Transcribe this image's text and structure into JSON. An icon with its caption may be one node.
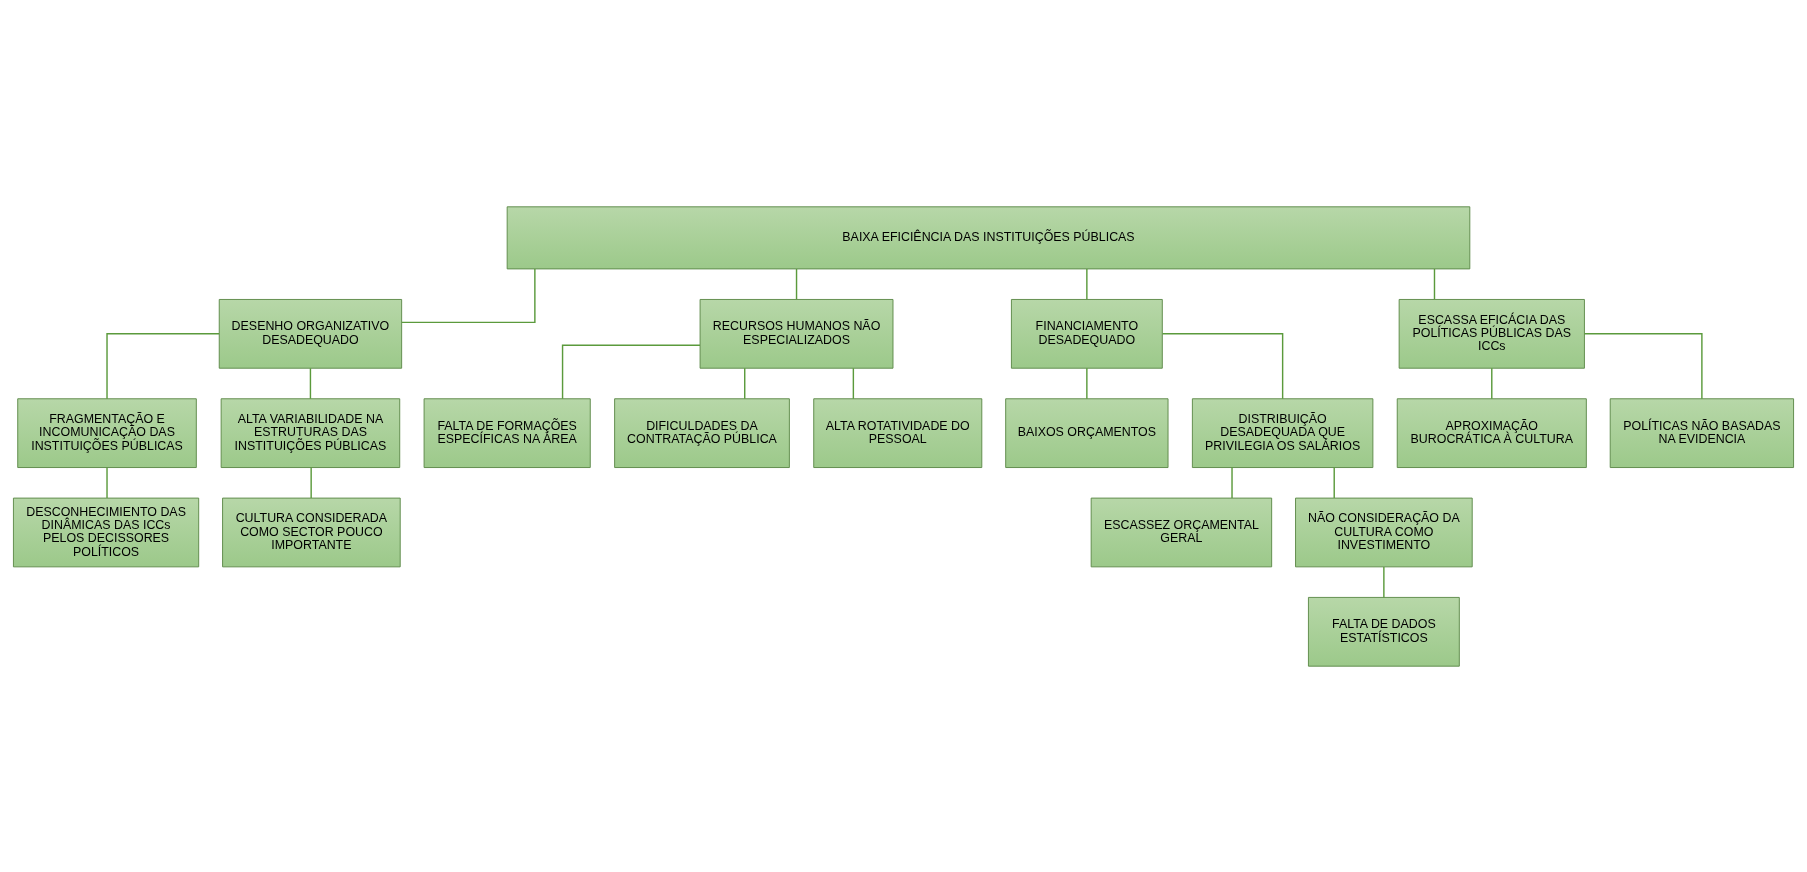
{
  "diagram": {
    "nodes": [
      {
        "text": [
          "BAIXA EFICIÊNCIA DAS INSTITUIÇÕES PÚBLICAS"
        ]
      },
      {
        "text": [
          "DESENHO ORGANIZATIVO DESADEQUADO"
        ]
      },
      {
        "text": [
          "RECURSOS HUMANOS NÃO ESPECIALIZADOS"
        ]
      },
      {
        "text": [
          "FINANCIAMENTO DESADEQUADO"
        ]
      },
      {
        "text": [
          "ESCASSA EFICÁCIA DAS POLÍTICAS PÚBLICAS DAS ICCs"
        ]
      },
      {
        "text": [
          "FRAGMENTAÇÃO E INCOMUNICAÇÃO DAS INSTITUIÇÕES PÚBLICAS"
        ]
      },
      {
        "text": [
          "ALTA VARIABILIDADE NA ESTRUTURAS DAS INSTITUIÇÕES PÚBLICAS"
        ]
      },
      {
        "text": [
          "FALTA DE FORMAÇÕES ESPECÍFICAS NA ÁREA"
        ]
      },
      {
        "text": [
          "BAIXOS ORÇAMENTOS"
        ]
      },
      {
        "text": [
          "DISTRIBUIÇÃO DESADEQUADA QUE PRIVILEGIA OS SALÁRIOS"
        ]
      },
      {
        "text": [
          "APROXIMAÇÃO BUROCRÁTICA À CULTURA"
        ]
      },
      {
        "text": [
          "DIFICULDADES DA CONTRATAÇÃO PÚBLICA"
        ]
      },
      {
        "text": [
          "ESCASSEZ ORÇAMENTAL GERAL"
        ]
      },
      {
        "text": [
          "NÃO CONSIDERAÇÃO DA CULTURA COMO INVESTIMENTO"
        ]
      },
      {
        "text": [
          "POLÍTICAS NÃO BASADAS NA EVIDENCIA"
        ]
      },
      {
        "text": [
          "CULTURA CONSIDERADA COMO SECTOR POUCO IMPORTANTE"
        ]
      },
      {
        "text": [
          "ALTA ROTATIVIDADE DO PESSOAL"
        ]
      },
      {
        "text": [
          "DESCONHECIMIENTO DAS DINÂMICAS DAS ICCs PELOS DECISSORES POLÍTICOS"
        ]
      },
      {
        "text": [
          "FALTA DE DADOS ESTATÍSTICOS"
        ]
      }
    ],
    "edges": [
      {
        "from": 0,
        "to": 1,
        "arrow": "none"
      },
      {
        "from": 0,
        "to": 2,
        "arrow": "none"
      },
      {
        "from": 0,
        "to": 3,
        "arrow": "none"
      },
      {
        "from": 0,
        "to": 4,
        "arrow": "none"
      },
      {
        "from": 1,
        "to": 5,
        "arrow": "none"
      },
      {
        "from": 1,
        "to": 6,
        "arrow": "none"
      },
      {
        "from": 5,
        "to": 17,
        "arrow": "none"
      },
      {
        "from": 6,
        "to": 15,
        "arrow": "none"
      },
      {
        "from": 2,
        "to": 7,
        "arrow": "none"
      },
      {
        "from": 2,
        "to": 11,
        "arrow": "none"
      },
      {
        "from": 2,
        "to": 16,
        "arrow": "none"
      },
      {
        "from": 3,
        "to": 8,
        "arrow": "none"
      },
      {
        "from": 3,
        "to": 9,
        "arrow": "none"
      },
      {
        "from": 9,
        "to": 12,
        "arrow": "none"
      },
      {
        "from": 9,
        "to": 13,
        "arrow": "none"
      },
      {
        "from": 13,
        "to": 18,
        "arrow": "none"
      },
      {
        "from": 4,
        "to": 10,
        "arrow": "none"
      },
      {
        "from": 4,
        "to": 14,
        "arrow": "none"
      }
    ]
  }
}
